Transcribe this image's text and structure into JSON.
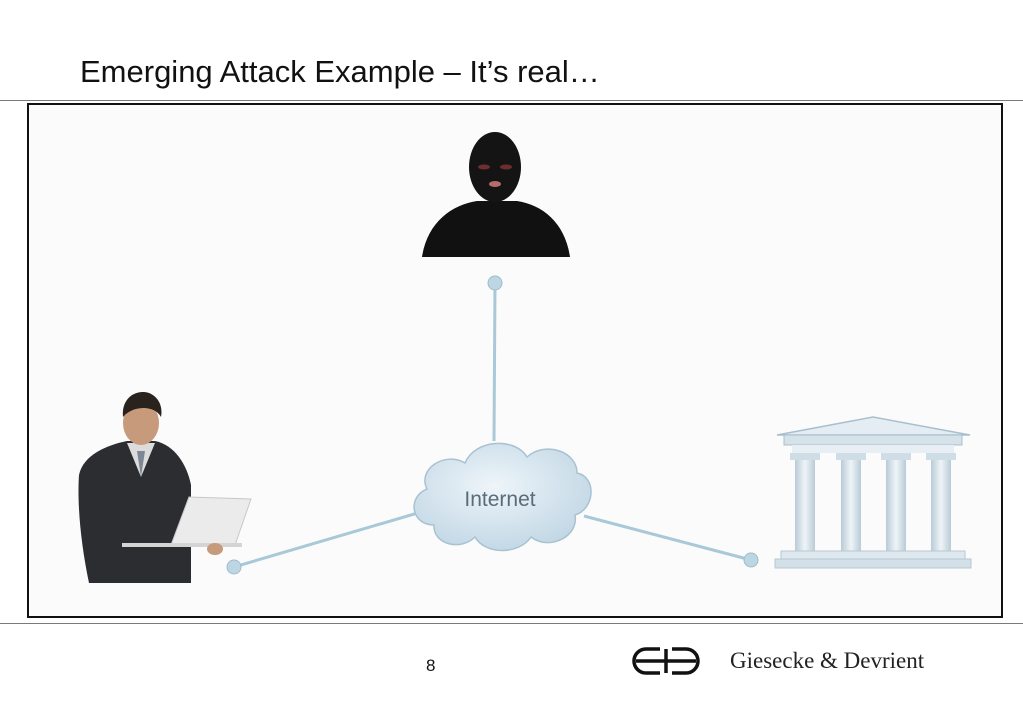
{
  "slide": {
    "title": "Emerging Attack Example – It’s real…",
    "page_number": "8"
  },
  "diagram": {
    "hub_label": "Internet",
    "nodes": [
      {
        "role": "attacker",
        "icon": "masked-attacker-icon"
      },
      {
        "role": "user",
        "icon": "businessman-laptop-icon"
      },
      {
        "role": "bank",
        "icon": "bank-building-icon"
      }
    ]
  },
  "brand": {
    "logo_icon": "gd-logo-icon",
    "name": "Giesecke & Devrient"
  },
  "colors": {
    "connector": "#a9c8d8",
    "cloud_fill": "#d3e4ef",
    "cloud_text": "#5a6c78",
    "frame_border": "#111111"
  }
}
